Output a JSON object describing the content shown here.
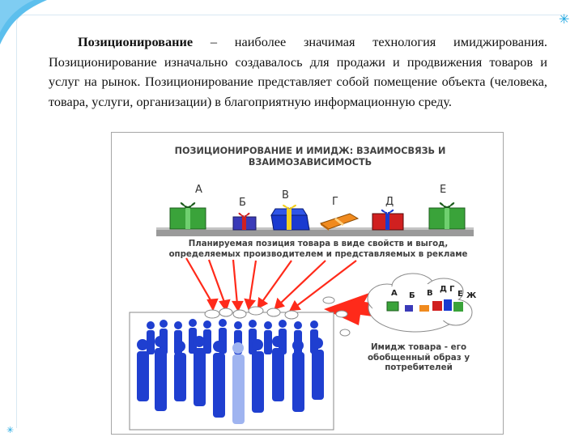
{
  "text": {
    "term": "Позиционирование",
    "rest": " – наиболее значимая технология имиджирования. Позиционирование изначально создавалось для продажи и продвижения товаров и услуг на рынок. Позиционирование представляет собой помещение объекта (человека, товара, услуги, организации) в благоприятную информационную среду."
  },
  "figure": {
    "title": "ПОЗИЦИОНИРОВАНИЕ И ИМИДЖ: ВЗАИМОСВЯЗЬ И ВЗАИМОЗАВИСИМОСТЬ",
    "products": [
      {
        "letter": "А",
        "color": "#3aa33a"
      },
      {
        "letter": "Б",
        "color": "#3a3ab8"
      },
      {
        "letter": "В",
        "color": "#1a3ad0"
      },
      {
        "letter": "Г",
        "color": "#f08a1e"
      },
      {
        "letter": "Д",
        "color": "#d02020"
      },
      {
        "letter": "Е",
        "color": "#3aa33a"
      }
    ],
    "planned_position_text": "Планируемая позиция товара в виде свойств и выгод, определяемых производителем и представляемых в рекламе",
    "cloud_letters": [
      "А",
      "Б",
      "В",
      "Д",
      "Г",
      "Е",
      "Ж"
    ],
    "image_text": "Имидж товара - его обобщенный образ у потребителей",
    "colors": {
      "arrow": "#ff2a1a",
      "people": "#1f3fd0",
      "people_light": "#9fb4f0",
      "shelf": "#9a9a9a",
      "accent": "#1aa5e0"
    }
  }
}
